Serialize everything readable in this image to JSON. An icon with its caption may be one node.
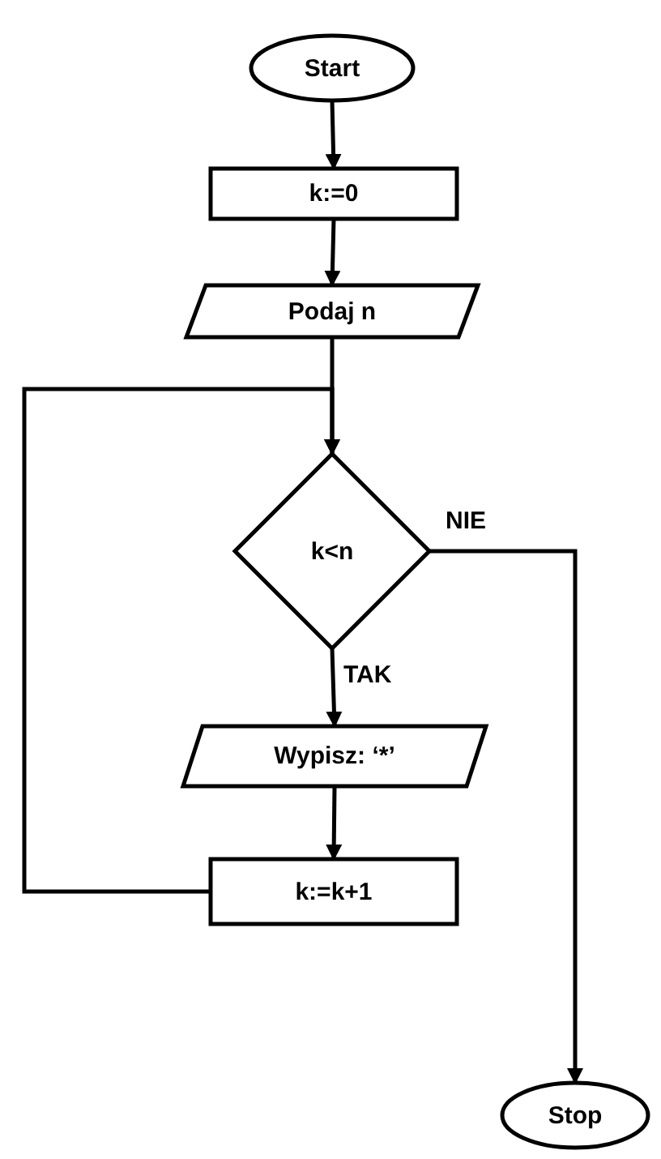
{
  "diagram": {
    "nodes": [
      {
        "text": [
          "Start"
        ]
      },
      {
        "text": [
          "k:=0"
        ]
      },
      {
        "text": [
          "Podaj n"
        ]
      },
      {
        "text": [
          "k<n"
        ]
      },
      {
        "text": [
          "Wypisz: ‘*’"
        ]
      },
      {
        "text": [
          "k:=k+1"
        ]
      },
      {
        "text": [
          "Stop"
        ]
      }
    ],
    "edges": [
      {
        "from": 0,
        "to": 1,
        "arrow": "to"
      },
      {
        "from": 1,
        "to": 2,
        "arrow": "to"
      },
      {
        "from": 2,
        "to": 3,
        "arrow": "to"
      },
      {
        "from": 3,
        "to": 4,
        "arrow": "to",
        "label": "TAK"
      },
      {
        "from": 4,
        "to": 5,
        "arrow": "to"
      },
      {
        "from": 5,
        "to": 3,
        "arrow": "to"
      },
      {
        "from": 3,
        "to": 6,
        "arrow": "to",
        "label": "NIE"
      }
    ]
  }
}
